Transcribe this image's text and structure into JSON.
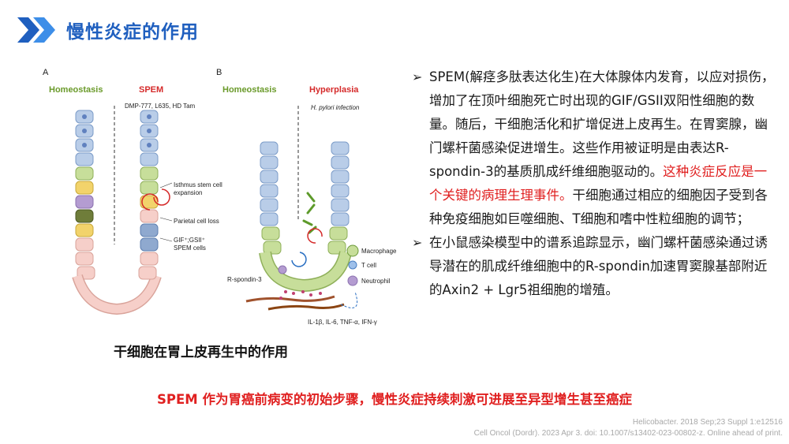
{
  "header": {
    "title": "慢性炎症的作用"
  },
  "figure": {
    "panel_a": {
      "letter": "A",
      "left_label": "Homeostasis",
      "right_label": "SPEM",
      "treatment": "DMP-777, L635, HD Tam",
      "ann_isthmus": "Isthmus stem cell expansion",
      "ann_parietal": "Parietal cell loss",
      "ann_gif": "GIF⁺;GSII⁺ SPEM cells"
    },
    "panel_b": {
      "letter": "B",
      "left_label": "Homeostasis",
      "right_label": "Hyperplasia",
      "infection": "H. pylori infection",
      "legend_macrophage": "Macrophage",
      "legend_tcell": "T cell",
      "legend_neutrophil": "Neutrophil",
      "rspondin": "R-spondin-3",
      "cytokines": "IL-1β, IL-6, TNF-α, IFN-γ"
    },
    "caption": "干细胞在胃上皮再生中的作用"
  },
  "bullets": [
    {
      "text_a": "SPEM(解痉多肽表达化生)在大体腺体内发育，以应对损伤，增加了在顶叶细胞死亡时出现的GIF/GSII双阳性细胞的数量。随后，干细胞活化和扩增促进上皮再生。在胃窦腺，幽门螺杆菌感染促进增生。这些作用被证明是由表达R-spondin-3的基质肌成纤维细胞驱动的。",
      "text_red": "这种炎症反应是一个关键的病理生理事件。",
      "text_b": "干细胞通过相应的细胞因子受到各种免疫细胞如巨噬细胞、T细胞和嗜中性粒细胞的调节；"
    },
    {
      "text_a": "在小鼠感染模型中的谱系追踪显示，幽门螺杆菌感染通过诱导潜在的肌成纤维细胞中的R-spondin加速胃窦腺基部附近的Axin2 + Lgr5祖细胞的增殖。"
    }
  ],
  "footer": {
    "conclusion": "SPEM 作为胃癌前病变的初始步骤，慢性炎症持续刺激可进展至异型增生甚至癌症",
    "ref1": "Helicobacter. 2018 Sep;23 Suppl 1:e12516",
    "ref2": "Cell Oncol (Dordr). 2023 Apr 3. doi: 10.1007/s13402-023-00802-z. Online ahead of print."
  },
  "colors": {
    "title": "#1f5fbf",
    "accent_red": "#e02020",
    "chevron": "#1f5fbf"
  }
}
